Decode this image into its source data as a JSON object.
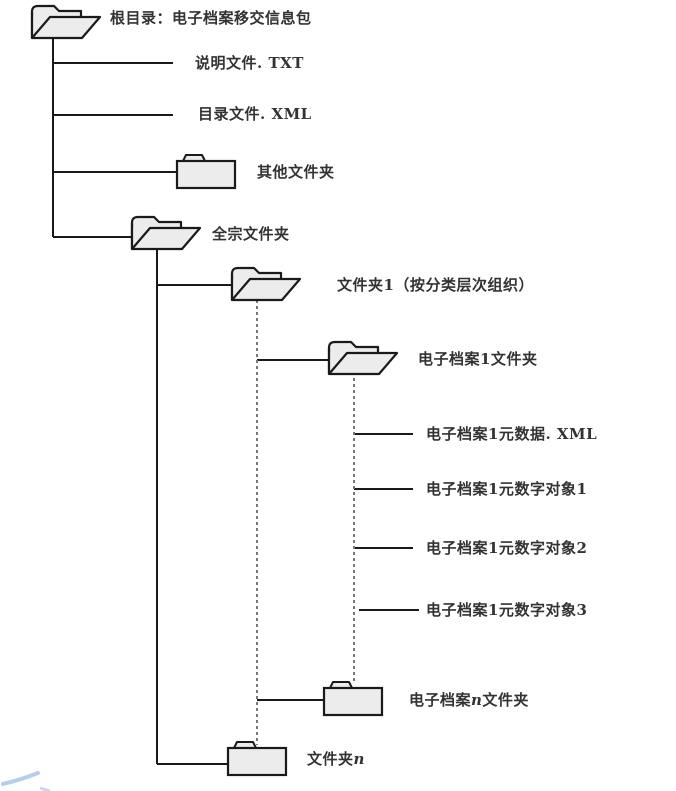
{
  "diagram": {
    "root": {
      "label": "根目录：电子档案移交信息包",
      "icon": "open-folder-icon"
    },
    "root_children": [
      {
        "label": "说明文件. TXT",
        "type": "file"
      },
      {
        "label": "目录文件. XML",
        "type": "file"
      },
      {
        "label": "其他文件夹",
        "type": "folder",
        "icon": "closed-folder-icon"
      },
      {
        "label": "全宗文件夹",
        "type": "folder",
        "icon": "open-folder-icon"
      }
    ],
    "fonds_children": [
      {
        "label": "文件夹1（按分类层次组织）",
        "type": "folder",
        "icon": "open-folder-icon"
      },
      {
        "prefix": "文件夹",
        "var": "n",
        "suffix": "",
        "type": "folder",
        "icon": "closed-folder-icon"
      }
    ],
    "folder1_children": [
      {
        "label": "电子档案1文件夹",
        "type": "folder",
        "icon": "open-folder-icon"
      },
      {
        "prefix": "电子档案",
        "var": "n",
        "suffix": "文件夹",
        "type": "folder",
        "icon": "closed-folder-icon"
      }
    ],
    "record1_children": [
      {
        "label": "电子档案1元数据. XML",
        "type": "file"
      },
      {
        "label": "电子档案1元数字对象1",
        "type": "file"
      },
      {
        "label": "电子档案1元数字对象2",
        "type": "file"
      },
      {
        "label": "电子档案1元数字对象3",
        "type": "file"
      }
    ]
  },
  "colors": {
    "line": "#1a1a1a",
    "folder_fill": "#ececec",
    "dotted": "#777777",
    "watermark": "#b8ccf0"
  }
}
